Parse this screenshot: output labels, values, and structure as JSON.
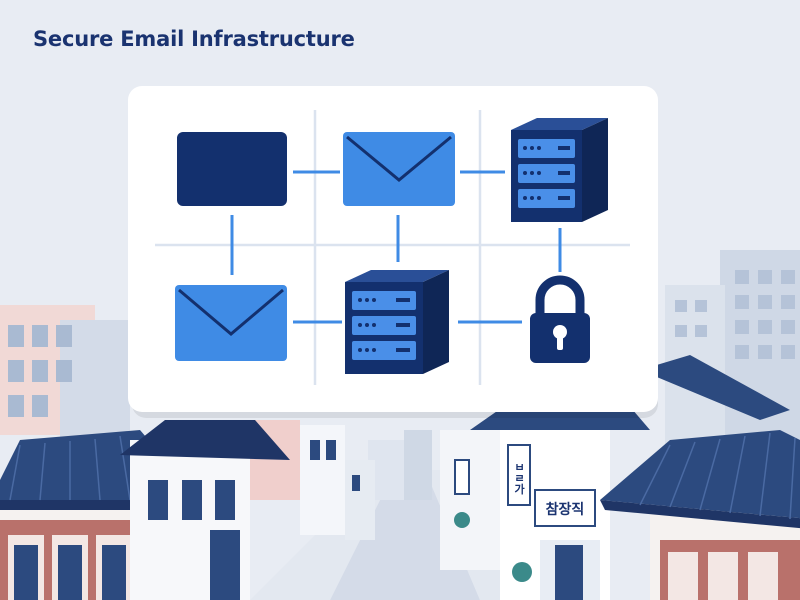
{
  "header": {
    "title": "Secure Email Infrastructure"
  },
  "diagram": {
    "nodes": [
      {
        "id": "box-1",
        "icon": "rectangle-box-icon"
      },
      {
        "id": "envelope-1",
        "icon": "envelope-icon"
      },
      {
        "id": "server-1",
        "icon": "server-icon"
      },
      {
        "id": "envelope-2",
        "icon": "envelope-icon"
      },
      {
        "id": "server-2",
        "icon": "server-icon"
      },
      {
        "id": "lock-1",
        "icon": "padlock-icon"
      }
    ]
  },
  "street": {
    "signs": [
      "ㅂㄹ가",
      "참장직"
    ]
  },
  "colors": {
    "navy": "#13306e",
    "blue": "#3f8be5",
    "card": "#ffffff",
    "roof": "#2c4a7f",
    "background": "#e7ebf2"
  }
}
